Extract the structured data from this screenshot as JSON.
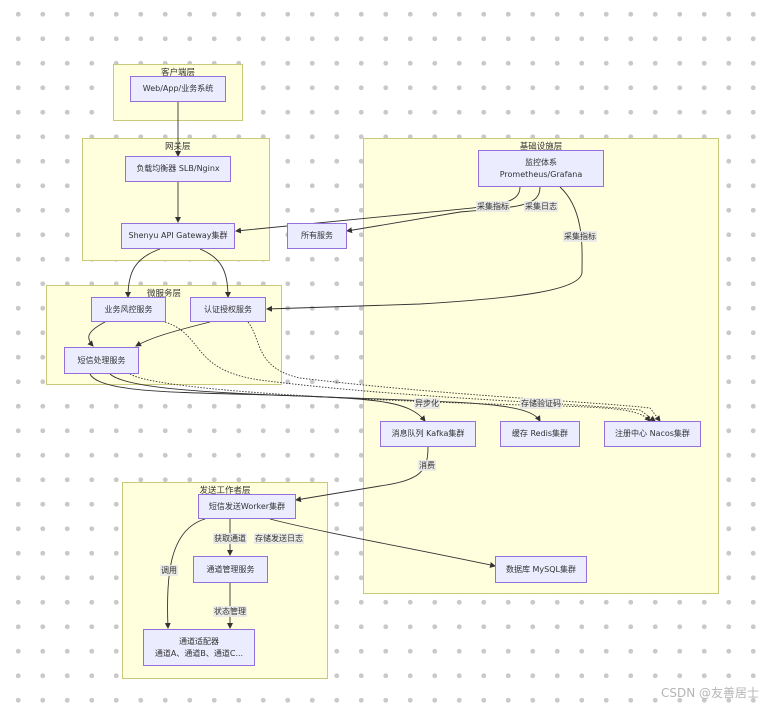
{
  "clusters": {
    "client": "客户端层",
    "gateway": "网关层",
    "infra": "基础设施层",
    "micro": "微服务层",
    "worker": "发送工作者层"
  },
  "nodes": {
    "client_app": "Web/App/业务系统",
    "slb": "负载均衡器 SLB/Nginx",
    "shenyu": "Shenyu API Gateway集群",
    "monitor_line1": "监控体系",
    "monitor_line2": "Prometheus/Grafana",
    "all_services": "所有服务",
    "risk": "业务风控服务",
    "auth": "认证授权服务",
    "sms_proc": "短信处理服务",
    "kafka": "消息队列 Kafka集群",
    "redis": "缓存 Redis集群",
    "nacos": "注册中心 Nacos集群",
    "sms_worker": "短信发送Worker集群",
    "channel_mgmt": "通道管理服务",
    "mysql": "数据库 MySQL集群",
    "adapter_line1": "通道适配器",
    "adapter_line2": "通道A、通道B、通道C..."
  },
  "edge_labels": {
    "collect_metrics_1": "采集指标",
    "collect_logs": "采集日志",
    "collect_metrics_2": "采集指标",
    "async": "异步化",
    "store_code": "存储验证码",
    "consume": "消费",
    "get_channel": "获取通道",
    "store_log": "存储发送日志",
    "invoke": "调用",
    "status_mgmt": "状态管理"
  },
  "watermark": "CSDN @友善居士"
}
